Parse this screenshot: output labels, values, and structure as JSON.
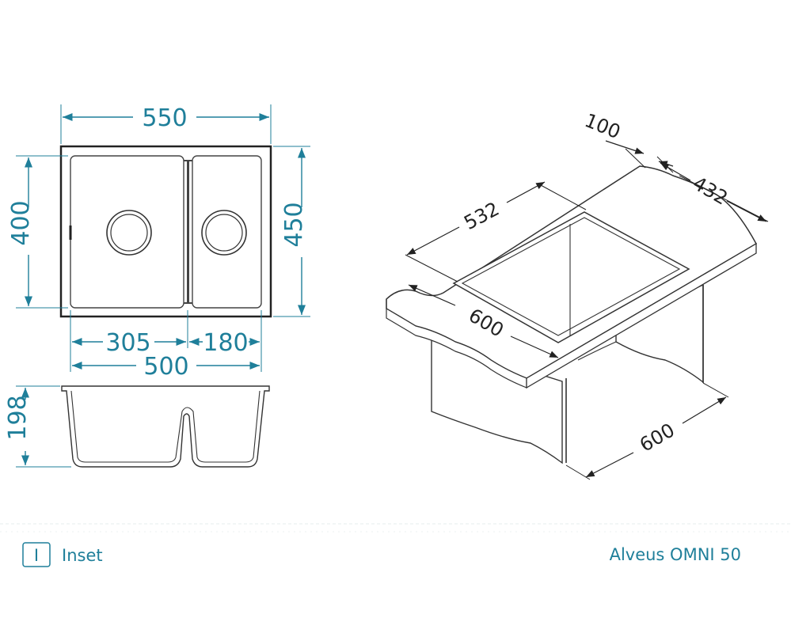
{
  "colors": {
    "dimension": "#1f7f9a",
    "outline": "#222222",
    "fill": "#ffffff",
    "shade": "#d8d8d8"
  },
  "plan_view": {
    "overall_width": "550",
    "inner_width": "500",
    "left_bowl_width": "305",
    "right_bowl_width": "180",
    "inner_depth": "400",
    "overall_depth": "450"
  },
  "section_view": {
    "bowl_depth": "198"
  },
  "iso_view": {
    "edge_offset": "100",
    "bowl_width": "432",
    "bowl_length": "532",
    "cabinet_width": "600",
    "cabinet_depth": "600"
  },
  "footer": {
    "mount_icon": "inset-mount-icon",
    "mount_icon_glyph": "I",
    "mount_label": "Inset",
    "model_name": "Alveus OMNI 50"
  }
}
